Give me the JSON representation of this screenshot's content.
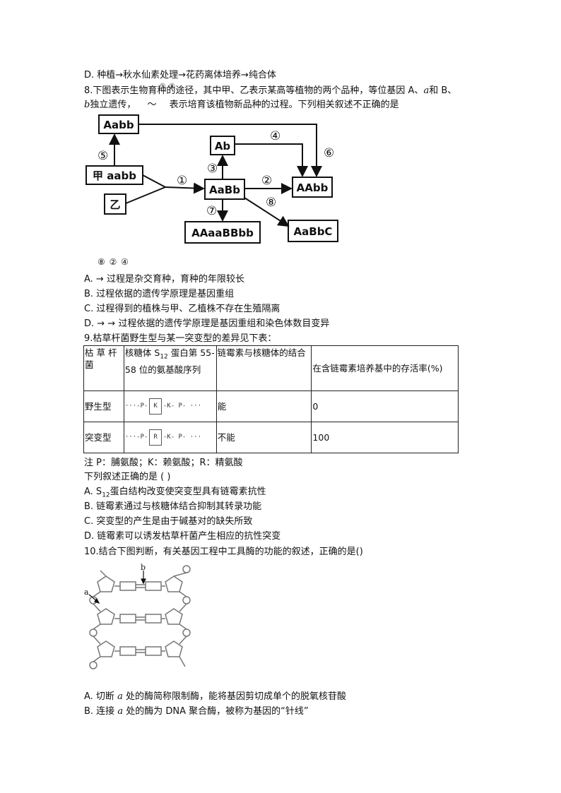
{
  "line_d_prev": "D. 种植→秋水仙素处理→花药离体培养→纯合体",
  "q8": {
    "stem_1a": "8.下图表示生物育种的途径，其中甲、乙表示某高等植物的两个品种，等位基因 A、",
    "stem_1a_it": "a",
    "stem_1b": "和 B、",
    "stem_2_it": "b",
    "stem_2a": "独立遗传，",
    "stem_2b": "～",
    "stem_2c": "表示培育该植物新品种的过程。下列相关叙述不正确的是",
    "stem_overlay": "①  ⑧",
    "diagram": {
      "aabb_top": "Aabb",
      "jia": "甲 aabb",
      "yi": "乙",
      "AaBb": "AaBb",
      "Ab": "Ab",
      "AAbb": "AAbb",
      "AAaaBBbb": "AAaaBBbb",
      "AaBbC": "AaBbC",
      "n1": "①",
      "n2": "②",
      "n3": "③",
      "n4": "④",
      "n5": "⑤",
      "n6": "⑥",
      "n7": "⑦",
      "n8": "⑧"
    },
    "circles_row": "⑧   ②   ④",
    "options": [
      "A.     →    过程是杂交育种，育种的年限较长",
      "B.     过程依据的遗传学原理是基因重组",
      "C.     过程得到的植株与甲、乙植株不存在生殖隔离",
      "D.     →    →    过程依据的遗传学原理是基因重组和染色体数目变异"
    ]
  },
  "q9": {
    "stem": "9.枯草杆菌野生型与某一突变型的差异见下表：",
    "headers": [
      "枯 草 杆菌",
      "核糖体 S",
      "12",
      " 蛋白第 55-58 位的氨基酸序列",
      "链霉素与核糖体的结合",
      "在含链霉素培养基中的存活率(%)"
    ],
    "rows": [
      {
        "name": "野生型",
        "seq_pre": "···-P-",
        "box": "K",
        "seq_post": "-K- P- ···",
        "bind": "能",
        "rate": "0"
      },
      {
        "name": "突变型",
        "seq_pre": "···-P-",
        "box": "R",
        "seq_post": "-K- P- ···",
        "bind": "不能",
        "rate": "100"
      }
    ],
    "note": "注 P：脯氨酸；K：赖氨酸；R：精氨酸",
    "ask": "下列叙述正确的是 ( )",
    "optA_pre": "A. S",
    "optA_sub": "12",
    "optA_post": "蛋白结构改变使突变型具有链霉素抗性",
    "optB": "B. 链霉素通过与核糖体结合抑制其转录功能",
    "optC": "C. 突变型的产生是由于碱基对的缺失所致",
    "optD": "D. 链霉素可以诱发枯草杆菌产生相应的抗性突变"
  },
  "q10": {
    "stem": "10.结合下图判断，有关基因工程中工具酶的功能的叙述，正确的是()",
    "label_a": "a",
    "label_b": "b",
    "optA_pre": "A. 切断",
    "optA_it": "a",
    "optA_post": "处的酶简称限制酶，能将基因剪切成单个的脱氧核苷酸",
    "optB_pre": "B. 连接",
    "optB_it": "a",
    "optB_post": "处的酶为 DNA 聚合酶，被称为基因的“针线”"
  }
}
